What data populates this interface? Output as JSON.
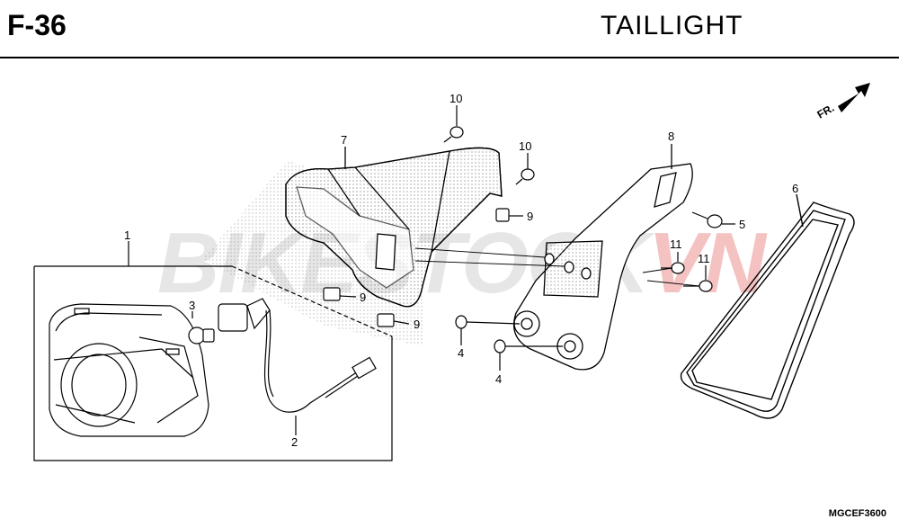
{
  "header": {
    "code": "F-36",
    "title": "TAILLIGHT"
  },
  "watermark": {
    "left": "BIKESTOCK",
    "right": "VN"
  },
  "direction_marker": "FR.",
  "figure_code": "MGCEF3600",
  "callouts": {
    "c1": "1",
    "c2": "2",
    "c3": "3",
    "c4a": "4",
    "c4b": "4",
    "c5": "5",
    "c6": "6",
    "c7": "7",
    "c8": "8",
    "c9a": "9",
    "c9b": "9",
    "c9c": "9",
    "c10a": "10",
    "c10b": "10",
    "c11a": "11",
    "c11b": "11"
  },
  "colors": {
    "line": "#000000",
    "watermark_red": "#e05050"
  }
}
